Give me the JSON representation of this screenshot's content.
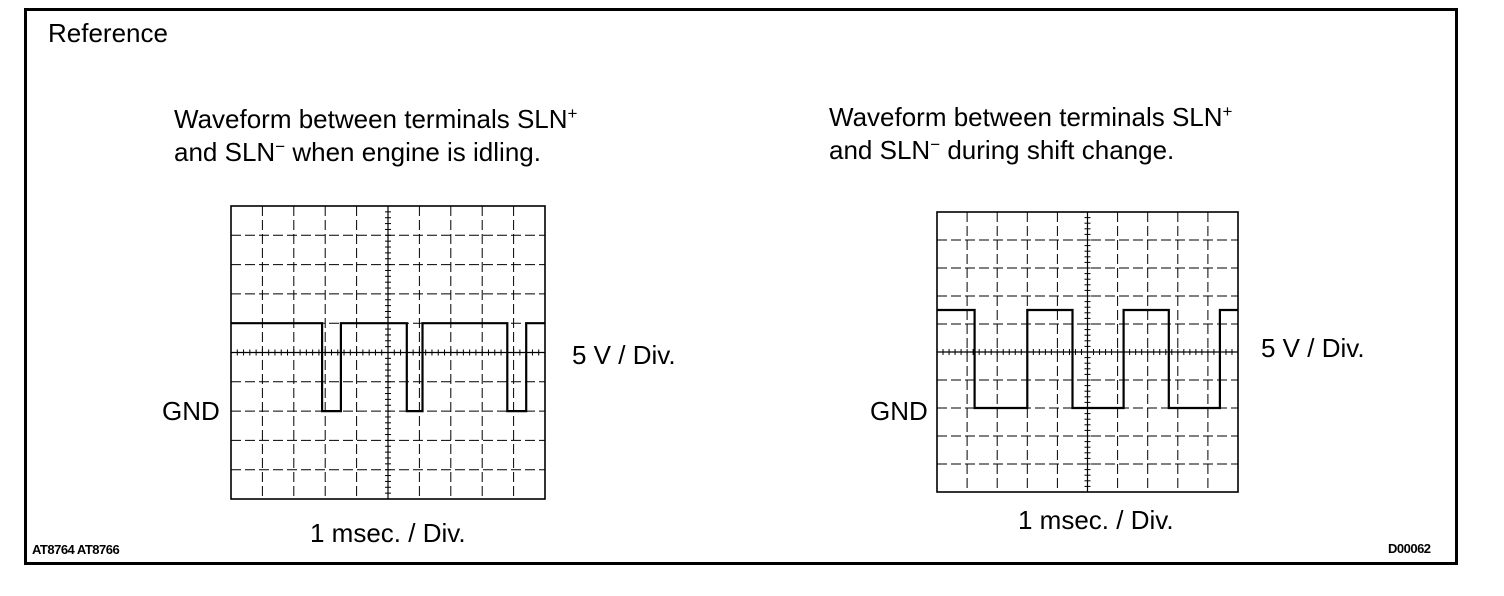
{
  "reference_label": "Reference",
  "panels": [
    {
      "caption_line1": "Waveform between terminals SLN",
      "caption_line1_sup": "+",
      "caption_line2_a": "and SLN",
      "caption_line2_sup": "−",
      "caption_line2_b": " when engine is idling.",
      "ground_label": "GND",
      "volt_label": "5 V / Div.",
      "time_label": "1 msec. / Div.",
      "grid_divisions": {
        "horizontal": 10,
        "vertical": 10
      },
      "waveform": {
        "high_level_div": 6,
        "low_level_div": 3,
        "points": [
          [
            0,
            6
          ],
          [
            2.9,
            6
          ],
          [
            2.9,
            3
          ],
          [
            3.5,
            3
          ],
          [
            3.5,
            6
          ],
          [
            5.6,
            6
          ],
          [
            5.6,
            3
          ],
          [
            6.1,
            3
          ],
          [
            6.1,
            6
          ],
          [
            8.8,
            6
          ],
          [
            8.8,
            3
          ],
          [
            9.4,
            3
          ],
          [
            9.4,
            6
          ],
          [
            10,
            6
          ]
        ]
      }
    },
    {
      "caption_line1": "Waveform between terminals SLN",
      "caption_line1_sup": "+",
      "caption_line2_a": "and SLN",
      "caption_line2_sup": "−",
      "caption_line2_b": " during shift change.",
      "ground_label": "GND",
      "volt_label": "5 V / Div.",
      "time_label": "1 msec. / Div.",
      "grid_divisions": {
        "horizontal": 10,
        "vertical": 10
      },
      "waveform": {
        "high_level_div": 6.5,
        "low_level_div": 3,
        "points": [
          [
            0,
            6.5
          ],
          [
            1.25,
            6.5
          ],
          [
            1.25,
            3
          ],
          [
            3.0,
            3
          ],
          [
            3.0,
            6.5
          ],
          [
            4.5,
            6.5
          ],
          [
            4.5,
            3
          ],
          [
            6.2,
            3
          ],
          [
            6.2,
            6.5
          ],
          [
            7.7,
            6.5
          ],
          [
            7.7,
            3
          ],
          [
            9.4,
            3
          ],
          [
            9.4,
            6.5
          ],
          [
            10,
            6.5
          ]
        ]
      }
    }
  ],
  "footer_left": "AT8764  AT8766",
  "footer_right": "D00062"
}
